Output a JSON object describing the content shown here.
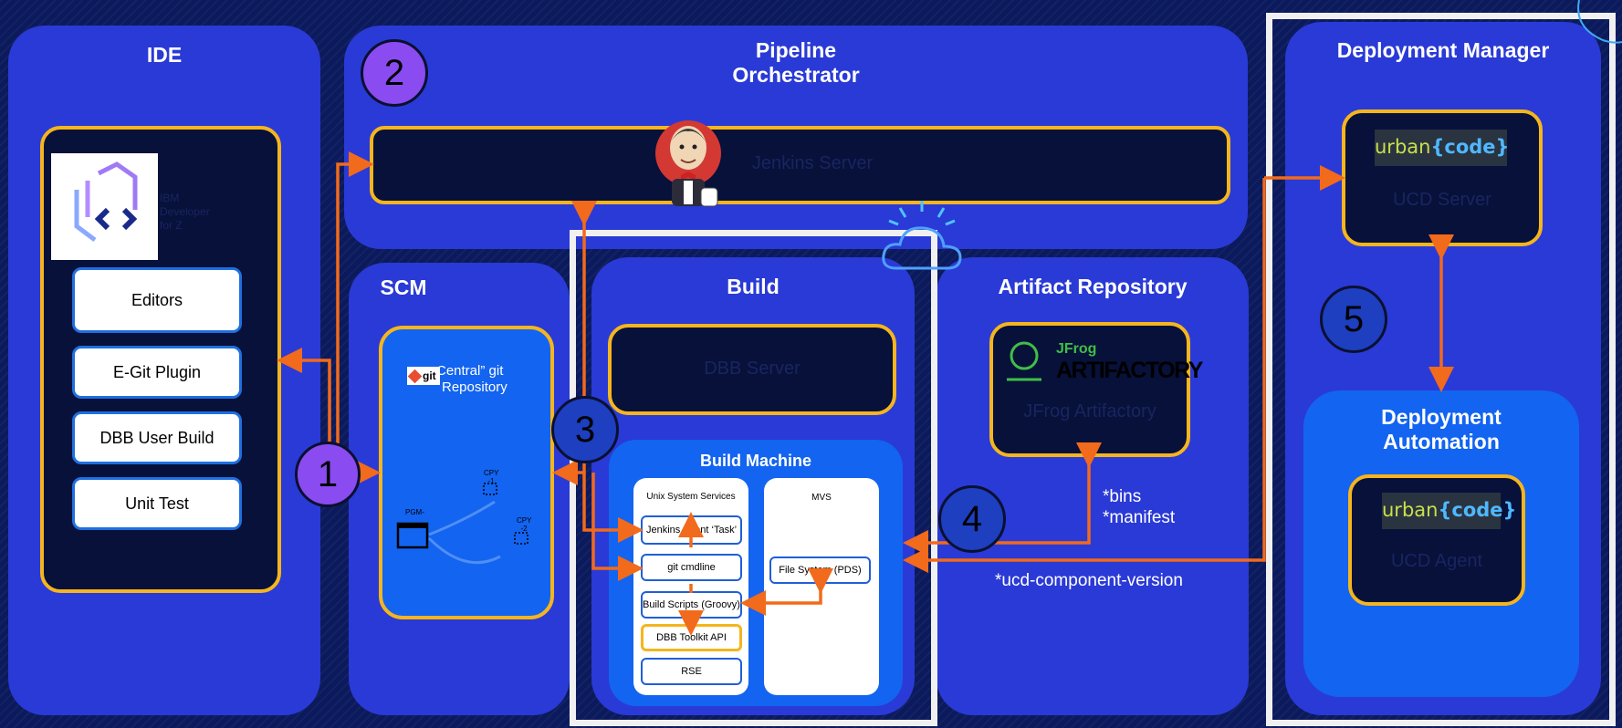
{
  "ide": {
    "title": "IDE",
    "logo_label": "IBM Developer for Z",
    "buttons": [
      "Editors",
      "E-Git Plugin",
      "DBB User Build",
      "Unit Test"
    ]
  },
  "pipeline": {
    "title_line1": "Pipeline",
    "title_line2": "Orchestrator",
    "server": "Jenkins Server"
  },
  "scm": {
    "title": "SCM",
    "repo_line1": "Central” git",
    "repo_line2": "Repository",
    "git_logo": "git",
    "pgm": "PGM-",
    "cpy1": "CPY -1",
    "cpy2": "CPY -2"
  },
  "build": {
    "title": "Build",
    "dbb_server": "DBB Server",
    "machine_title": "Build Machine",
    "uss_title": "Unix System Services",
    "uss_items": [
      "Jenkins Agent ‘Task’",
      "git cmdline",
      "Build Scripts (Groovy)",
      "DBB Toolkit API",
      "RSE"
    ],
    "mvs_title": "MVS",
    "mvs_item": "File System (PDS)"
  },
  "artifact": {
    "title": "Artifact Repository",
    "jfrog_brand": "JFrog",
    "jfrog_product": "ARTIFACTORY",
    "server": "JFrog Artifactory",
    "notes": [
      "*bins",
      "*manifest"
    ],
    "note_ucd": "*ucd-component-version"
  },
  "deploy": {
    "title": "Deployment Manager",
    "urban_prefix": "urban",
    "urban_code": "{code}",
    "ucd_server": "UCD Server",
    "automation_line1": "Deployment",
    "automation_line2": "Automation",
    "ucd_agent": "UCD Agent"
  },
  "steps": [
    "1",
    "2",
    "3",
    "4",
    "5"
  ],
  "colors": {
    "panel": "#2a3ad6",
    "panel_light": "#1364f0",
    "accent_border": "#f5b51e",
    "arrow": "#f26a1b",
    "step_purple": "#8a4bf0",
    "step_blue": "#1d3fc0"
  }
}
